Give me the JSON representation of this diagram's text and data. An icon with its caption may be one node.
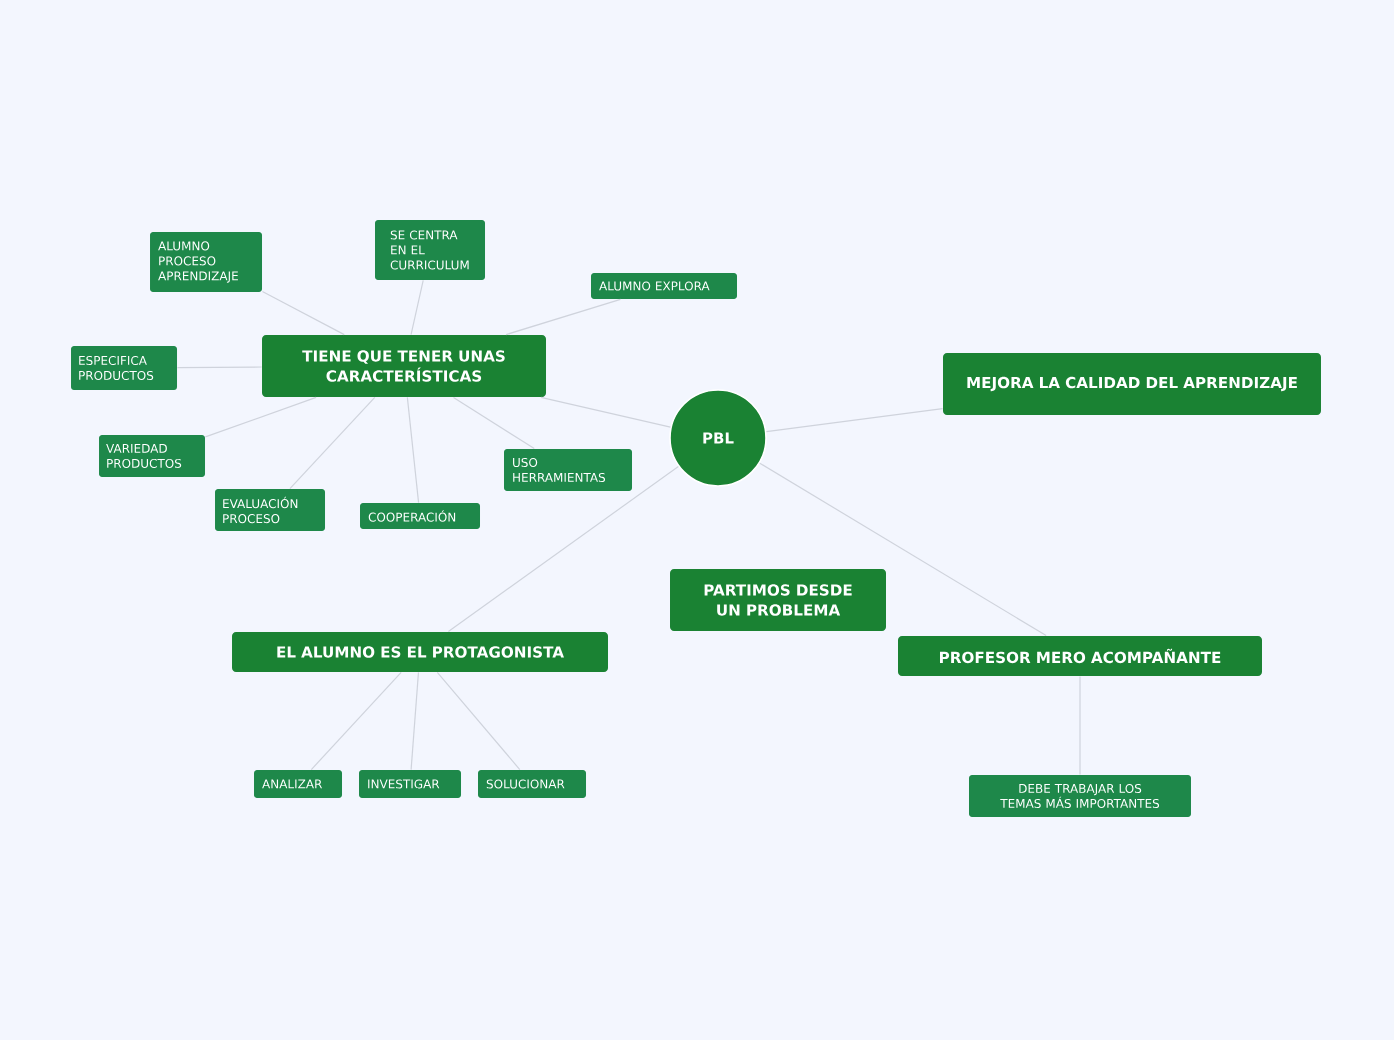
{
  "diagram": {
    "nodes": [
      {
        "text": [
          "PBL"
        ]
      },
      {
        "text": [
          "TIENE QUE TENER UNAS CARACTERÍSTICAS"
        ]
      },
      {
        "text": [
          "ALUMNO PROCESO APRENDIZAJE"
        ]
      },
      {
        "text": [
          "SE CENTRA EN EL CURRICULUM"
        ]
      },
      {
        "text": [
          "ALUMNO EXPLORA"
        ]
      },
      {
        "text": [
          "ESPECIFICA PRODUCTOS"
        ]
      },
      {
        "text": [
          "VARIEDAD PRODUCTOS"
        ]
      },
      {
        "text": [
          "EVALUACIÓN PROCESO"
        ]
      },
      {
        "text": [
          "COOPERACIÓN"
        ]
      },
      {
        "text": [
          "USO HERRAMIENTAS"
        ]
      },
      {
        "text": [
          "MEJORA LA CALIDAD DEL APRENDIZAJE"
        ]
      },
      {
        "text": [
          "PARTIMOS DESDE UN PROBLEMA"
        ]
      },
      {
        "text": [
          "EL ALUMNO ES EL PROTAGONISTA"
        ]
      },
      {
        "text": [
          "PROFESOR MERO ACOMPAÑANTE"
        ]
      },
      {
        "text": [
          "ANALIZAR"
        ]
      },
      {
        "text": [
          "INVESTIGAR"
        ]
      },
      {
        "text": [
          "SOLUCIONAR"
        ]
      },
      {
        "text": [
          "DEBE TRABAJAR LOS TEMAS MÁS IMPORTANTES"
        ]
      }
    ],
    "edges": [
      {
        "from": 0,
        "to": 1,
        "arrow": "none"
      },
      {
        "from": 0,
        "to": 10,
        "arrow": "none"
      },
      {
        "from": 0,
        "to": 12,
        "arrow": "none"
      },
      {
        "from": 0,
        "to": 13,
        "arrow": "none"
      },
      {
        "from": 1,
        "to": 2,
        "arrow": "none"
      },
      {
        "from": 1,
        "to": 3,
        "arrow": "none"
      },
      {
        "from": 1,
        "to": 4,
        "arrow": "none"
      },
      {
        "from": 1,
        "to": 5,
        "arrow": "none"
      },
      {
        "from": 1,
        "to": 6,
        "arrow": "none"
      },
      {
        "from": 1,
        "to": 7,
        "arrow": "none"
      },
      {
        "from": 1,
        "to": 8,
        "arrow": "none"
      },
      {
        "from": 1,
        "to": 9,
        "arrow": "none"
      },
      {
        "from": 12,
        "to": 14,
        "arrow": "none"
      },
      {
        "from": 12,
        "to": 15,
        "arrow": "none"
      },
      {
        "from": 12,
        "to": 16,
        "arrow": "none"
      },
      {
        "from": 13,
        "to": 17,
        "arrow": "none"
      }
    ]
  }
}
